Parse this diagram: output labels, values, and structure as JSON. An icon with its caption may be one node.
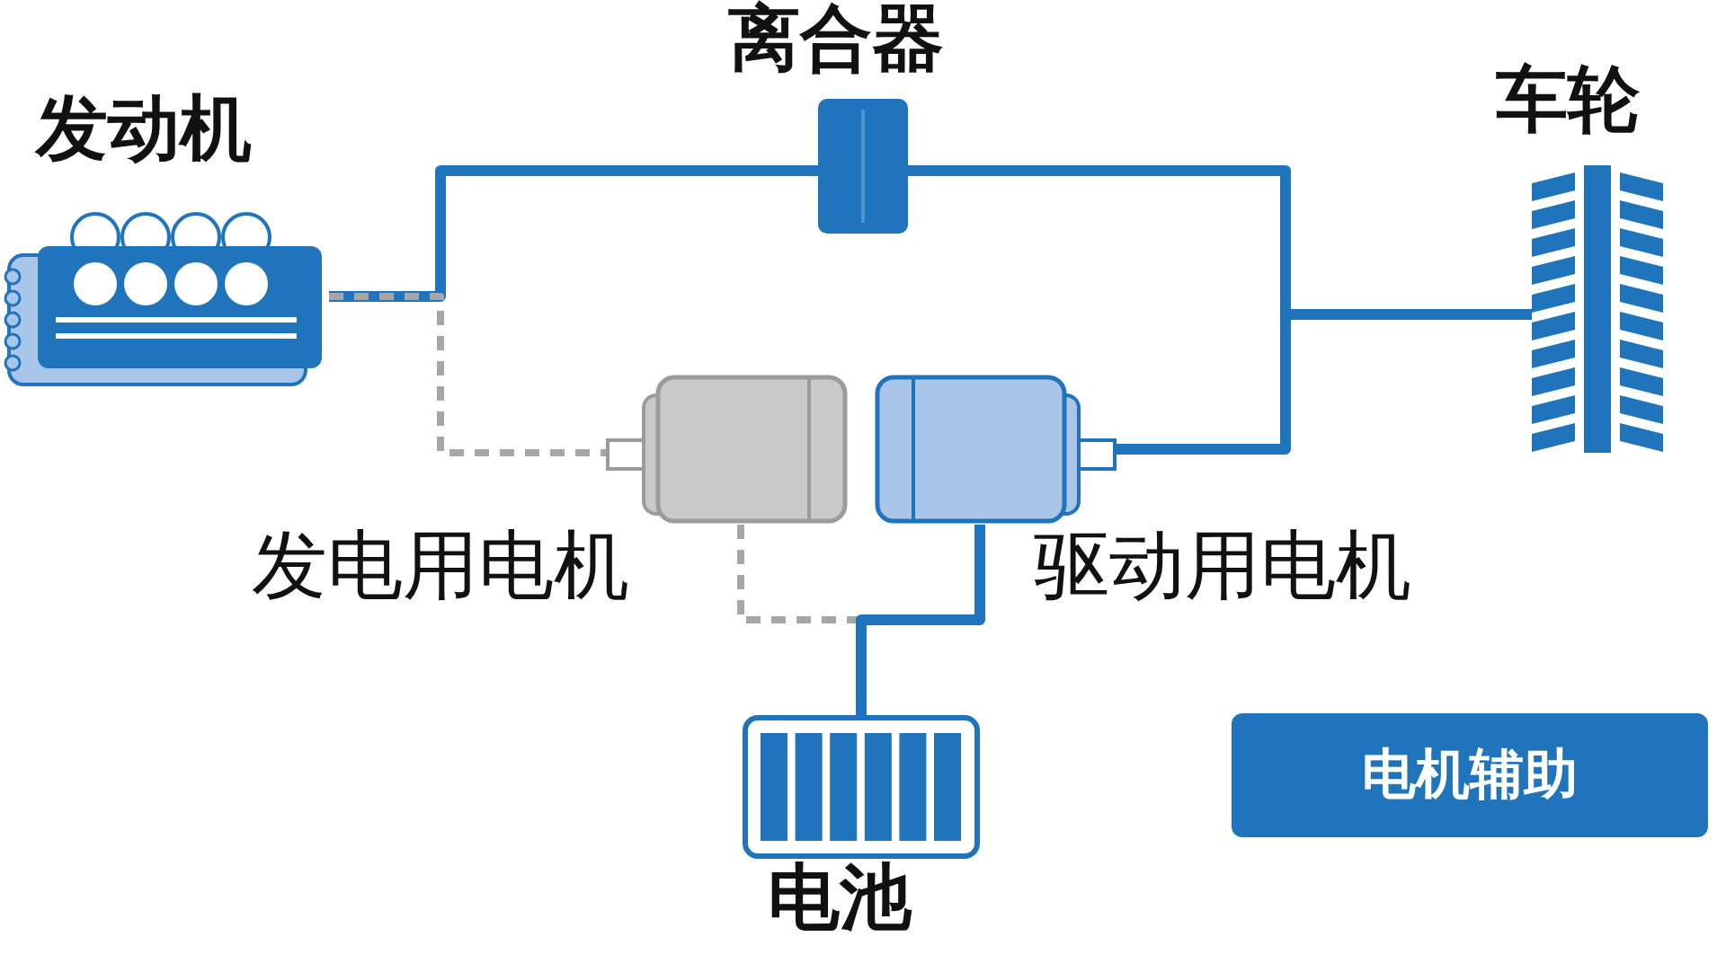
{
  "diagram": {
    "nodes": [
      {
        "text": [
          "发动机"
        ]
      },
      {
        "text": [
          "离合器"
        ]
      },
      {
        "text": [
          "车轮"
        ]
      },
      {
        "text": [
          "发电用电机"
        ]
      },
      {
        "text": [
          "驱动用电机"
        ]
      },
      {
        "text": [
          "电池"
        ]
      },
      {
        "text": [
          "电机辅助"
        ]
      }
    ],
    "edges": [
      {
        "from": 0,
        "to": 1,
        "arrow": "none"
      },
      {
        "from": 1,
        "to": 2,
        "arrow": "none"
      },
      {
        "from": 4,
        "to": 2,
        "arrow": "none"
      },
      {
        "from": 0,
        "to": 3,
        "arrow": "none",
        "style": "dashed",
        "color": "#a6a6a6"
      },
      {
        "from": 3,
        "to": 5,
        "arrow": "none",
        "style": "dashed",
        "color": "#a6a6a6"
      },
      {
        "from": 4,
        "to": 5,
        "arrow": "none"
      }
    ]
  }
}
